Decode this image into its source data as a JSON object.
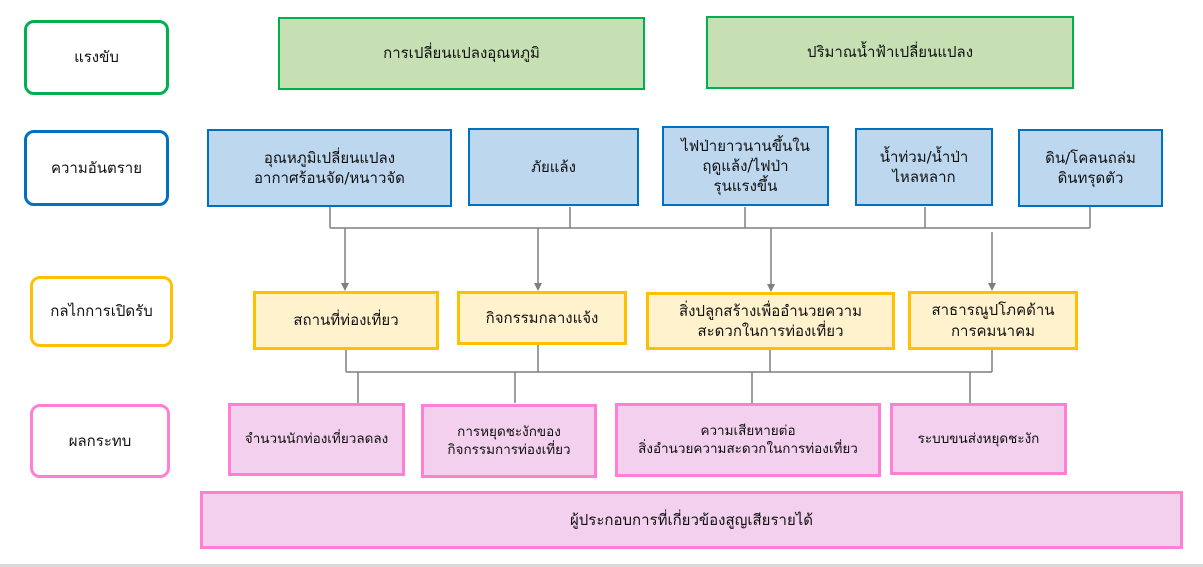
{
  "colors": {
    "driver_border": "#00b050",
    "driver_fill": "#c6e0b4",
    "hazard_border": "#0070c0",
    "hazard_fill": "#bdd7ee",
    "exposure_border": "#ffc000",
    "exposure_fill": "#fff2cc",
    "impact_border": "#ff7fd4",
    "impact_fill": "#f2d0ee",
    "connector": "#7f7f7f"
  },
  "rows": {
    "driver": "แรงขับ",
    "hazard": "ความอันตราย",
    "exposure": "กลไกการเปิดรับ",
    "impact": "ผลกระทบ"
  },
  "drivers": [
    "การเปลี่ยนแปลงอุณหภูมิ",
    "ปริมาณน้ำฟ้าเปลี่ยนแปลง"
  ],
  "hazards": [
    "อุณหภูมิเปลี่ยนแปลง\nอากาศร้อนจัด/หนาวจัด",
    "ภัยแล้ง",
    "ไฟป่ายาวนานขึ้นใน\nฤดูแล้ง/ไฟป่า\nรุนแรงขึ้น",
    "น้ำท่วม/น้ำป่า\nไหลหลาก",
    "ดิน/โคลนถล่ม\nดินทรุดตัว"
  ],
  "exposures": [
    "สถานที่ท่องเที่ยว",
    "กิจกรรมกลางแจ้ง",
    "สิ่งปลูกสร้างเพื่ออำนวยความ\nสะดวกในการท่องเที่ยว",
    "สาธารณูปโภคด้าน\nการคมนาคม"
  ],
  "impacts": [
    "จำนวนนักท่องเที่ยวลดลง",
    "การหยุดชะงักของ\nกิจกรรมการท่องเที่ยว",
    "ความเสียหายต่อ\nสิ่งอำนวยความสะดวกในการท่องเที่ยว",
    "ระบบขนส่งหยุดชะงัก"
  ],
  "final_impact": "ผู้ประกอบการที่เกี่ยวข้องสูญเสียรายได้"
}
